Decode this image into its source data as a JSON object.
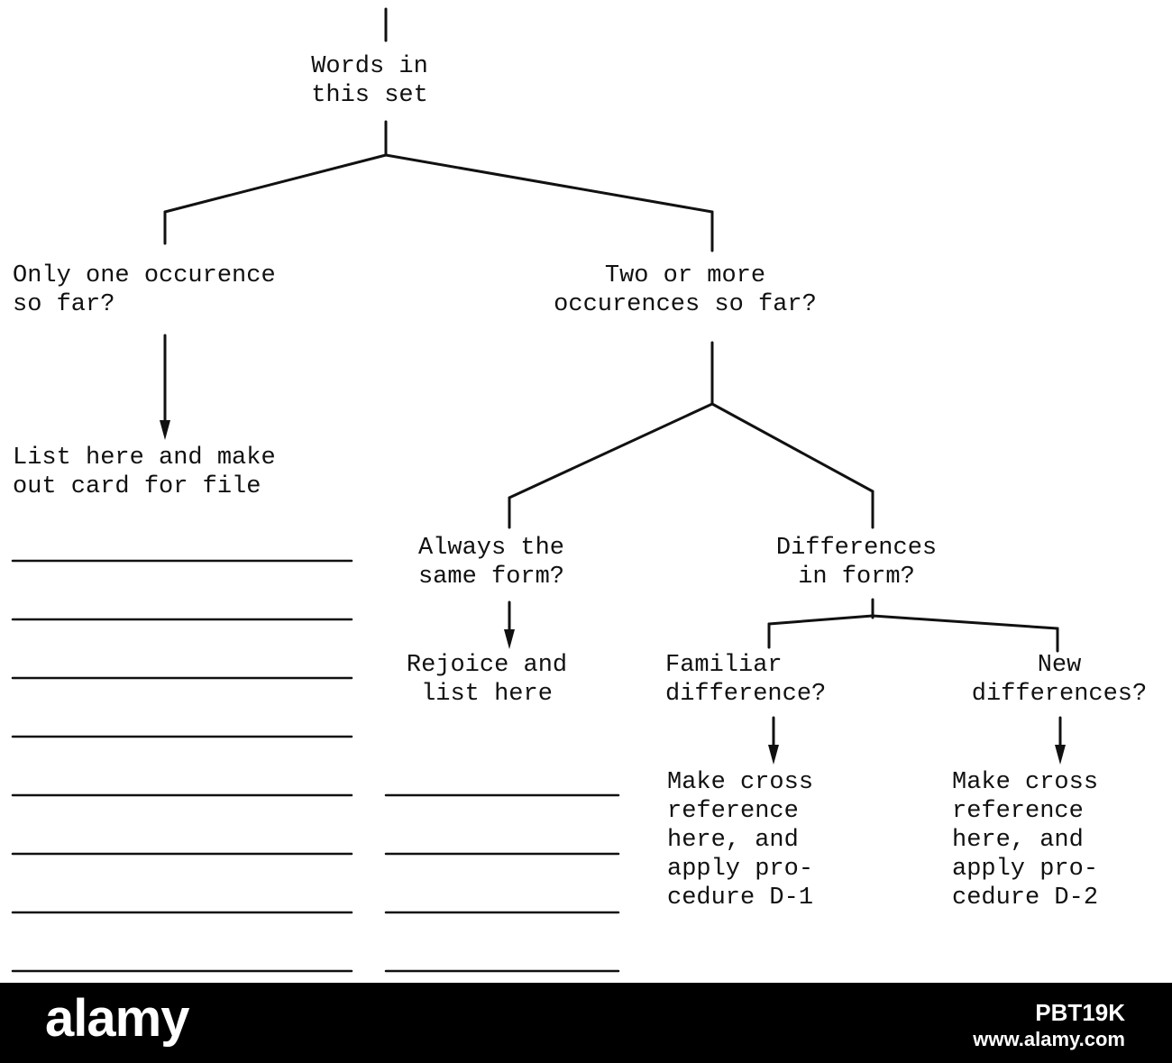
{
  "diagram": {
    "nodes": {
      "root": [
        "Words in",
        "this set"
      ],
      "one_occurrence": [
        "Only one occurence",
        "so far?"
      ],
      "two_or_more": [
        "Two or more",
        "occurences so far?"
      ],
      "list_card": [
        "List here and make",
        "out card for file"
      ],
      "always_same": [
        "Always the",
        "same form?"
      ],
      "differences": [
        "Differences",
        "in form?"
      ],
      "rejoice": [
        "Rejoice and",
        "list here"
      ],
      "familiar": [
        "Familiar",
        "difference?"
      ],
      "new_diff": [
        "New",
        "differences?"
      ],
      "cross_d1": [
        "Make cross",
        "reference",
        "here, and",
        "apply pro-",
        "cedure D-1"
      ],
      "cross_d2": [
        "Make cross",
        "reference",
        "here, and",
        "apply pro-",
        "cedure D-2"
      ]
    },
    "line_color": "#111111",
    "left_blank_lines": 8,
    "middle_blank_lines": 4
  },
  "footer": {
    "brand": "alamy",
    "image_id": "PBT19K",
    "site": "www.alamy.com",
    "background": "#000000",
    "text_color": "#ffffff"
  }
}
